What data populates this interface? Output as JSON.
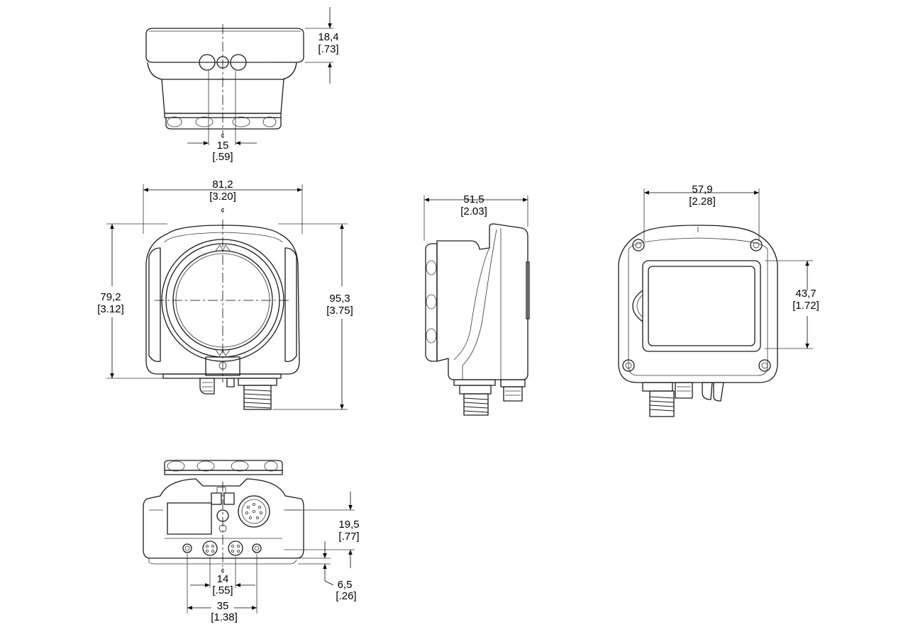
{
  "views": {
    "top": {
      "height": {
        "metric": "18,4",
        "imperial": "[.73]"
      },
      "offset": {
        "metric": "15",
        "imperial": "[.59]"
      }
    },
    "front": {
      "width": {
        "metric": "81,2",
        "imperial": "[3.20]"
      },
      "body_height": {
        "metric": "79,2",
        "imperial": "[3.12]"
      },
      "total_height": {
        "metric": "95,3",
        "imperial": "[3.75]"
      }
    },
    "side": {
      "depth": {
        "metric": "51,5",
        "imperial": "[2.03]"
      }
    },
    "rear": {
      "width": {
        "metric": "57,9",
        "imperial": "[2.28]"
      },
      "window_height": {
        "metric": "43,7",
        "imperial": "[1.72]"
      }
    },
    "bottom": {
      "height": {
        "metric": "19,5",
        "imperial": "[.77]"
      },
      "small_height": {
        "metric": "6,5",
        "imperial": "[.26]"
      },
      "connector_spacing": {
        "metric": "14",
        "imperial": "[.55]"
      },
      "outer_spacing": {
        "metric": "35",
        "imperial": "[1.38]"
      }
    }
  },
  "centerline_mark": "¢"
}
